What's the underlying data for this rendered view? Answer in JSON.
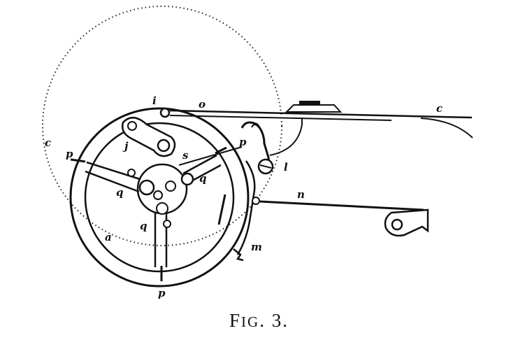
{
  "figure": {
    "caption_first": "F",
    "caption_small": "IG",
    "caption_rest": ". 3.",
    "labels": {
      "i": "i",
      "o_top": "o",
      "o_far": "c",
      "c_left": "c",
      "j": "j",
      "p_left": "p",
      "p_right": "p",
      "p_bottom": "p",
      "s": "s",
      "q_left": "q",
      "q_right": "q",
      "q_bottom": "q",
      "l": "l",
      "n": "n",
      "a": "a",
      "m": "m"
    }
  }
}
